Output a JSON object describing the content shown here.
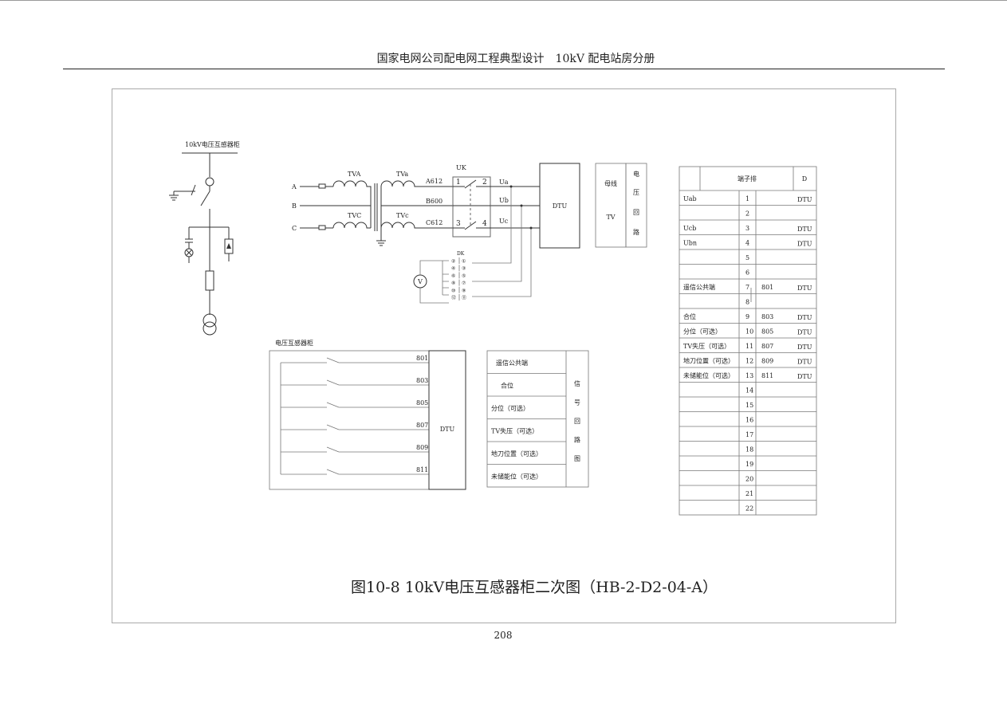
{
  "header": {
    "title": "国家电网公司配电网工程典型设计　10kV 配电站房分册"
  },
  "single_line": {
    "label": "10kV电压互感器柜"
  },
  "schematic": {
    "phases": [
      "A",
      "B",
      "C"
    ],
    "tv_primary": [
      "TVA",
      "TVC"
    ],
    "tv_secondary": [
      "TVa",
      "TVc"
    ],
    "wires": [
      "A612",
      "B600",
      "C612"
    ],
    "switch_label": "UK",
    "switch_contacts": [
      "1",
      "2",
      "3",
      "4"
    ],
    "outputs": [
      "Ua",
      "Ub",
      "Uc"
    ],
    "dtu": "DTU",
    "dk_label": "DK",
    "dk_left": [
      "②",
      "④",
      "⑥",
      "⑧",
      "⑩",
      "⑫"
    ],
    "dk_right": [
      "①",
      "③",
      "⑤",
      "⑦",
      "⑨",
      "⑪"
    ],
    "voltmeter": "V",
    "bus_tv": {
      "left": [
        "母线",
        "TV"
      ],
      "right": [
        "电",
        "压",
        "回",
        "路"
      ]
    }
  },
  "signal_circuit": {
    "cabinet_label": "电压互感器柜",
    "terminals": [
      "801",
      "803",
      "805",
      "807",
      "809",
      "811"
    ],
    "dtu": "DTU",
    "table_rows": [
      "遥信公共端",
      "合位",
      "分位（可选）",
      "TV失压（可选）",
      "地刀位置（可选）",
      "未储能位（可选）"
    ],
    "table_side": [
      "信",
      "号",
      "回",
      "路",
      "图"
    ]
  },
  "terminal_block": {
    "title": "端子排",
    "code": "D",
    "rows": [
      {
        "name": "Uab",
        "no": "1",
        "wire": "",
        "dest": "DTU"
      },
      {
        "name": "",
        "no": "2",
        "wire": "",
        "dest": ""
      },
      {
        "name": "Ucb",
        "no": "3",
        "wire": "",
        "dest": "DTU"
      },
      {
        "name": "Ubn",
        "no": "4",
        "wire": "",
        "dest": "DTU"
      },
      {
        "name": "",
        "no": "5",
        "wire": "",
        "dest": ""
      },
      {
        "name": "",
        "no": "6",
        "wire": "",
        "dest": ""
      },
      {
        "name": "遥信公共端",
        "no": "7",
        "wire": "801",
        "dest": "DTU"
      },
      {
        "name": "",
        "no": "8",
        "wire": "",
        "dest": ""
      },
      {
        "name": "合位",
        "no": "9",
        "wire": "803",
        "dest": "DTU"
      },
      {
        "name": "分位（可选）",
        "no": "10",
        "wire": "805",
        "dest": "DTU"
      },
      {
        "name": "TV失压（可选）",
        "no": "11",
        "wire": "807",
        "dest": "DTU"
      },
      {
        "name": "地刀位置（可选）",
        "no": "12",
        "wire": "809",
        "dest": "DTU"
      },
      {
        "name": "未储能位（可选）",
        "no": "13",
        "wire": "811",
        "dest": "DTU"
      },
      {
        "name": "",
        "no": "14",
        "wire": "",
        "dest": ""
      },
      {
        "name": "",
        "no": "15",
        "wire": "",
        "dest": ""
      },
      {
        "name": "",
        "no": "16",
        "wire": "",
        "dest": ""
      },
      {
        "name": "",
        "no": "17",
        "wire": "",
        "dest": ""
      },
      {
        "name": "",
        "no": "18",
        "wire": "",
        "dest": ""
      },
      {
        "name": "",
        "no": "19",
        "wire": "",
        "dest": ""
      },
      {
        "name": "",
        "no": "20",
        "wire": "",
        "dest": ""
      },
      {
        "name": "",
        "no": "21",
        "wire": "",
        "dest": ""
      },
      {
        "name": "",
        "no": "22",
        "wire": "",
        "dest": ""
      }
    ]
  },
  "caption": "图10-8 10kV电压互感器柜二次图（HB-2-D2-04-A）",
  "page_number": "208"
}
